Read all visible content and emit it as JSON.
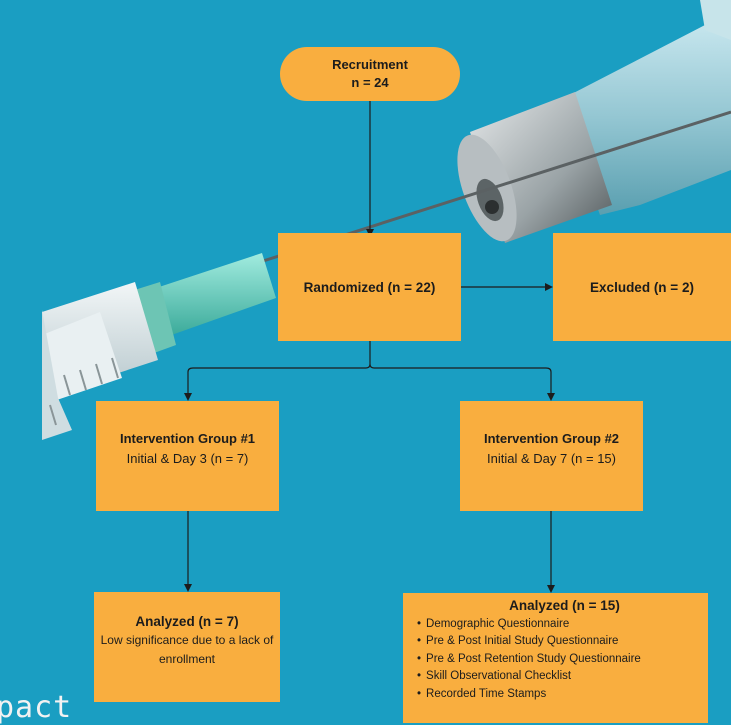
{
  "nodes": {
    "recruitment": {
      "title": "Recruitment",
      "count": "n = 24"
    },
    "randomized": {
      "title": "Randomized (n = 22)"
    },
    "excluded": {
      "title": "Excluded (n = 2)"
    },
    "group1": {
      "title": "Intervention Group #1",
      "detail": "Initial & Day 3 (n = 7)"
    },
    "group2": {
      "title": "Intervention Group #2",
      "detail": "Initial & Day 7 (n = 15)"
    },
    "analyzed1": {
      "title": "Analyzed (n = 7)",
      "detail": "Low significance due to a lack of enrollment"
    },
    "analyzed2": {
      "title": "Analyzed (n = 15)",
      "items": [
        "Demographic Questionnaire",
        "Pre & Post Initial Study Questionnaire",
        "Pre & Post Retention Study Questionnaire",
        "Skill Observational Checklist",
        "Recorded Time Stamps"
      ]
    }
  },
  "background_text": "pact",
  "colors": {
    "background": "#1a9ec2",
    "box": "#f9ae3f",
    "line": "#1c1c1c"
  }
}
